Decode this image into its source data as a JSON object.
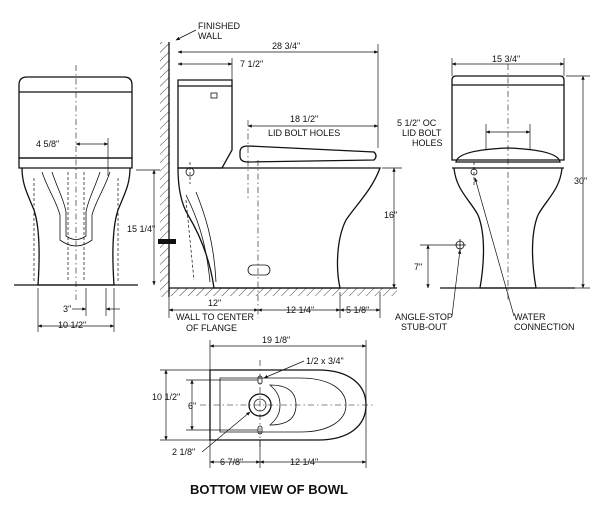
{
  "labels": {
    "finished_wall_1": "FINISHED",
    "finished_wall_2": "WALL",
    "overall_depth": "28 3/4\"",
    "tank_depth": "7 1/2\"",
    "lid_bolt_holes_dim": "18 1/2\"",
    "lid_bolt_holes": "LID BOLT HOLES",
    "front_width": "15 3/4\"",
    "oc_1": "5 1/2\" OC",
    "oc_2": "LID BOLT",
    "oc_3": "HOLES",
    "overall_height": "30\"",
    "rim_height": "16\"",
    "supply_height": "7\"",
    "tank_offset": "4 5/8\"",
    "side_height": "15 1/4\"",
    "base_offset": "3\"",
    "base_width": "10 1/2\"",
    "rough_in": "12\"",
    "wall_flange_1": "WALL TO CENTER",
    "wall_flange_2": "OF FLANGE",
    "flange_front": "12 1/4\"",
    "front_overhang": "5 1/8\"",
    "angle_stop_1": "ANGLE-STOP",
    "angle_stop_2": "STUB-OUT",
    "water_conn_1": "WATER",
    "water_conn_2": "CONNECTION",
    "bottom_length": "19 1/8\"",
    "bolt_size": "1/2 x 3/4\"",
    "bottom_width": "10 1/2\"",
    "bolt_spacing": "6\"",
    "outlet_dia": "2 1/8\"",
    "rear_to_center": "6 7/8\"",
    "center_to_front": "12 1/4\"",
    "bottom_title": "BOTTOM VIEW OF BOWL"
  }
}
